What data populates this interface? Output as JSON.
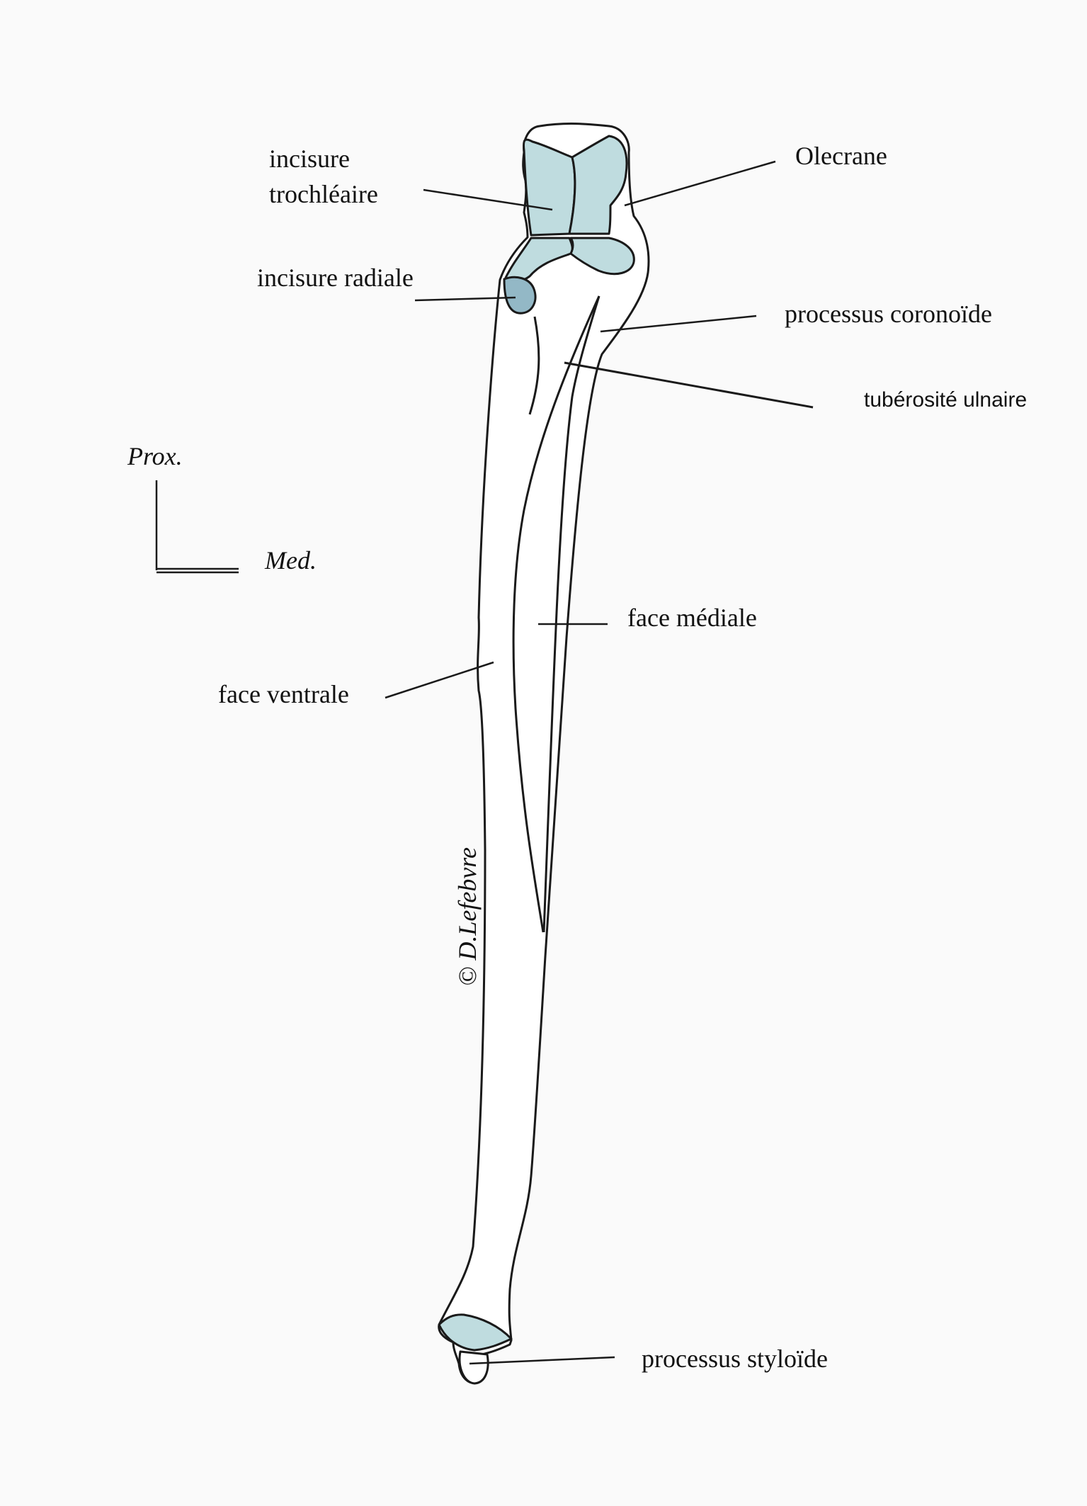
{
  "labels": {
    "incisure_trochleaire_1": "incisure",
    "incisure_trochleaire_2": "trochléaire",
    "olecrane": "Olecrane",
    "incisure_radiale": "incisure radiale",
    "processus_coronoide": "processus coronoïde",
    "tuberosite_ulnaire": "tubérosité ulnaire",
    "face_mediale": "face médiale",
    "face_ventrale": "face ventrale",
    "processus_styloide": "processus styloïde"
  },
  "orientation": {
    "prox": "Prox.",
    "med": "Med."
  },
  "credit": "© D.Lefebvre",
  "colors": {
    "articular_face": "#bfdcdf",
    "radial_notch": "#93b8c6",
    "outline": "#1a1a1a",
    "background": "#fafafa"
  }
}
